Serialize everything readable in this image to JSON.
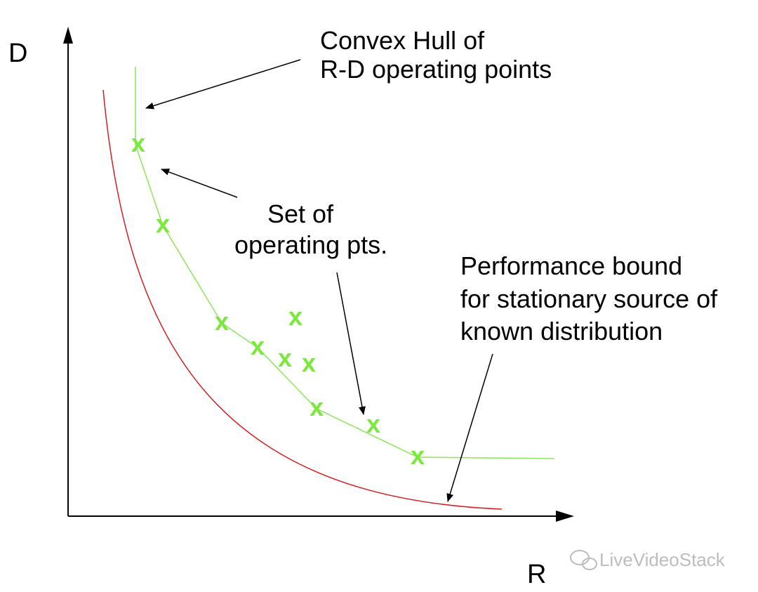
{
  "axes": {
    "y_label": "D",
    "x_label": "R"
  },
  "annotations": {
    "convex_hull": [
      "Convex Hull of",
      "R-D operating points"
    ],
    "operating_set": [
      "Set of",
      "operating pts."
    ],
    "performance_bound": [
      "Performance bound",
      "for stationary source of",
      "known distribution"
    ]
  },
  "point_marker": "x",
  "watermark": "LiveVideoStack",
  "colors": {
    "axis": "#000000",
    "hull": "#90e860",
    "marker": "#7be83d",
    "bound": "#d42020",
    "text": "#000000",
    "watermark": "#bdbdbd"
  }
}
